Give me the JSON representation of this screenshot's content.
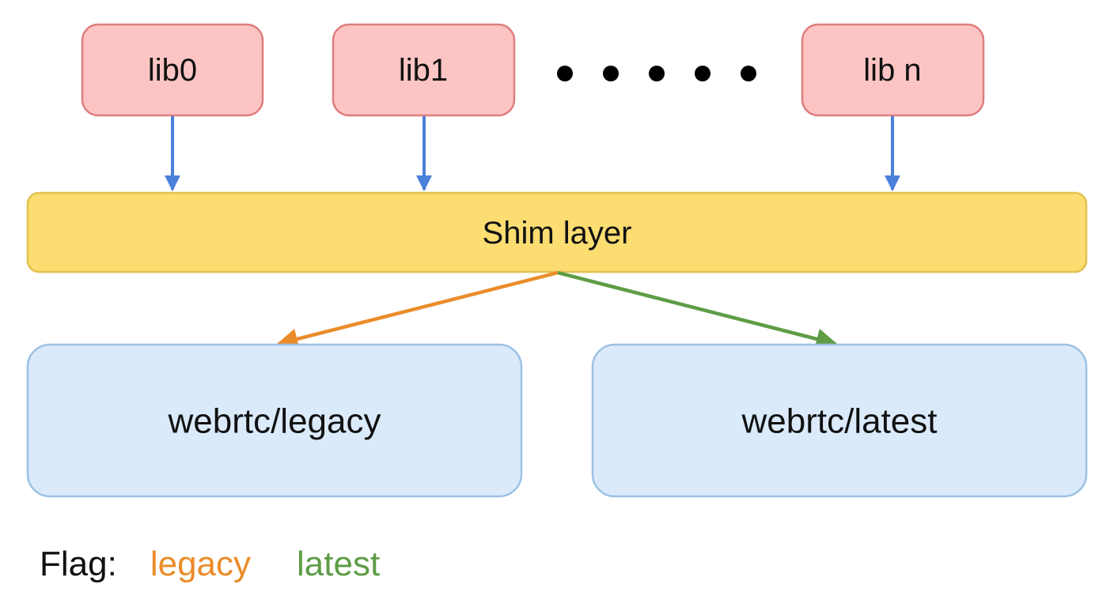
{
  "nodes": {
    "lib0": {
      "label": "lib0"
    },
    "lib1": {
      "label": "lib1"
    },
    "libn": {
      "label": "lib n"
    },
    "ellipsis": {
      "count": 5
    },
    "shim": {
      "label": "Shim layer"
    },
    "legacy": {
      "label": "webrtc/legacy"
    },
    "latest": {
      "label": "webrtc/latest"
    }
  },
  "edges": [
    {
      "from": "lib0",
      "to": "shim",
      "color": "#4a80d9"
    },
    {
      "from": "lib1",
      "to": "shim",
      "color": "#4a80d9"
    },
    {
      "from": "libn",
      "to": "shim",
      "color": "#4a80d9"
    },
    {
      "from": "shim",
      "to": "legacy",
      "color": "#eb8c2a",
      "flag": "legacy"
    },
    {
      "from": "shim",
      "to": "latest",
      "color": "#5e9c46",
      "flag": "latest"
    }
  ],
  "legend": {
    "title": "Flag:",
    "items": [
      {
        "label": "legacy",
        "color": "#eb8c2a"
      },
      {
        "label": "latest",
        "color": "#5e9c46"
      }
    ]
  },
  "colors": {
    "lib_fill": "#fcc5c4",
    "lib_stroke": "#e07d7d",
    "shim_fill": "#fbdd72",
    "shim_stroke": "#e2c24e",
    "target_fill": "#dbeafb",
    "target_stroke": "#9cc1e4",
    "dots": "#000000"
  }
}
